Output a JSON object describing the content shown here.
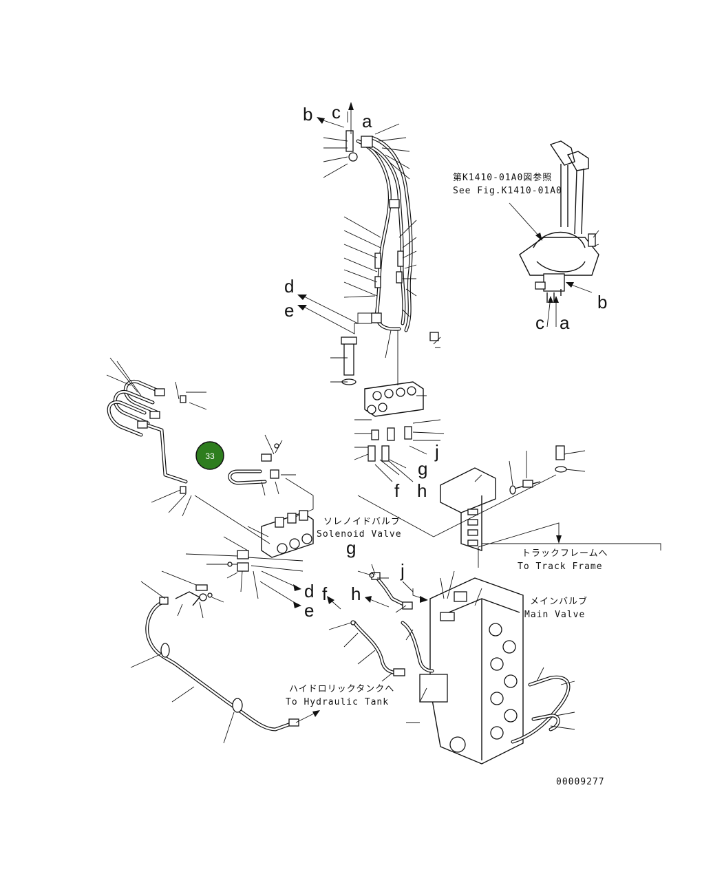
{
  "callout": {
    "number": "33",
    "color": "#2e7d1e"
  },
  "references": {
    "see_fig_jp": "第K1410-01A0図参照",
    "see_fig_en": "See Fig.K1410-01A0"
  },
  "components": {
    "solenoid_valve_jp": "ソレノイドバルブ",
    "solenoid_valve_en": "Solenoid Valve",
    "track_frame_jp": "トラックフレームへ",
    "track_frame_en": "To Track Frame",
    "main_valve_jp": "メインバルブ",
    "main_valve_en": "Main Valve",
    "hydraulic_tank_jp": "ハイドロリックタンクへ",
    "hydraulic_tank_en": "To Hydraulic Tank"
  },
  "connection_letters": {
    "top_b": "b",
    "top_c": "c",
    "top_a": "a",
    "lever_c": "c",
    "lever_a": "a",
    "lever_b": "b",
    "mid_d": "d",
    "mid_e": "e",
    "block_g": "g",
    "block_f": "f",
    "block_h": "h",
    "block_j": "j",
    "lower_d": "d",
    "lower_e": "e",
    "main_g": "g",
    "main_j": "j",
    "main_f": "f",
    "main_h": "h"
  },
  "drawing_number": "00009277"
}
